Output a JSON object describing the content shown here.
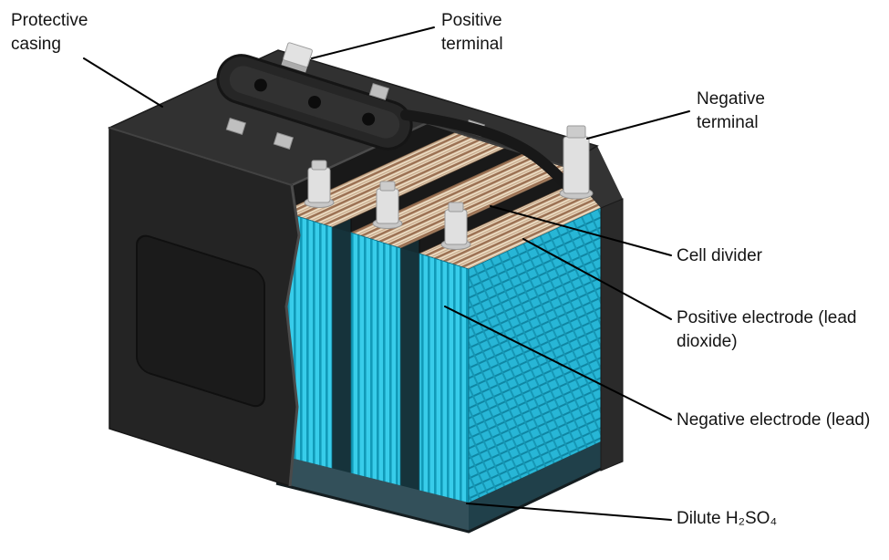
{
  "labels": {
    "protective_casing": "Protective casing",
    "positive_terminal": "Positive terminal",
    "negative_terminal": "Negative terminal",
    "cell_divider": "Cell divider",
    "positive_electrode": "Positive electrode (lead dioxide)",
    "negative_electrode": "Negative electrode (lead)",
    "dilute_acid": "Dilute H₂SO₄"
  },
  "colors": {
    "casing_top": "#313131",
    "casing_side": "#242424",
    "casing_right_wall": "#2a2a2a",
    "casing_right_top": "#333333",
    "interior_backdrop": "#152b31",
    "divider_wall": "#191919",
    "cell_gap": "#16333b",
    "electrolyte_front": "#38cdea",
    "electrolyte_side": "#27b6d6",
    "plate_stack_light": "#ecdcc3",
    "plate_stack_dark": "#9c7254",
    "terminal_post": "#e0e0e0",
    "terminal_post_cap": "#cccccc",
    "tray_front": "#33505a",
    "tray_side": "#20404a",
    "label_text": "#141414",
    "leader_line": "#000000"
  }
}
